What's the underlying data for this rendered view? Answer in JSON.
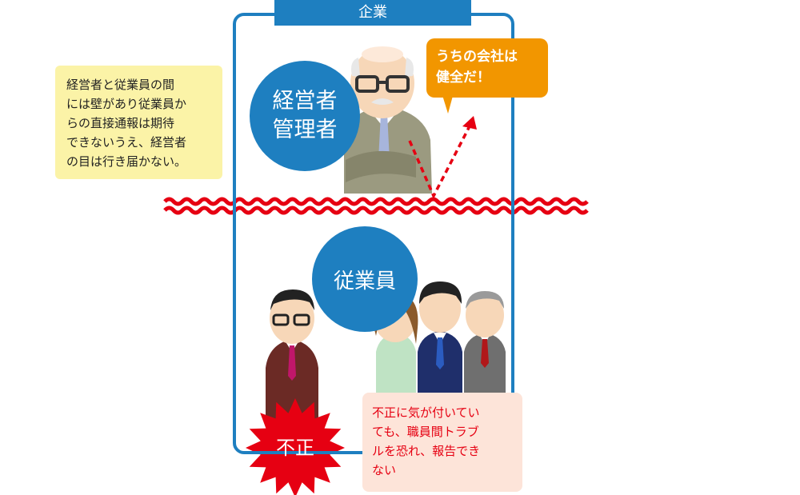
{
  "frame": {
    "title": "企業"
  },
  "note_left": {
    "lines": [
      "経営者と従業員の間",
      "には壁があり従業員か",
      "らの直接通報は期待",
      "できないうえ、経営者",
      "の目は行き届かない。"
    ]
  },
  "manager": {
    "label_lines": [
      "経営者",
      "管理者"
    ],
    "speech_lines": [
      "うちの会社は",
      "健全だ！"
    ]
  },
  "employees": {
    "label": "従業員",
    "note_lines": [
      "不正に気が付いてい",
      "ても、職員間トラブ",
      "ルを恐れ、報告でき",
      "ない"
    ]
  },
  "fraud": {
    "label": "不正"
  },
  "colors": {
    "frame": "#1e7fc0",
    "wall": "#e60012",
    "speech": "#f29600",
    "note_yellow": "#fbf3a7",
    "note_pink": "#fde4d9"
  }
}
